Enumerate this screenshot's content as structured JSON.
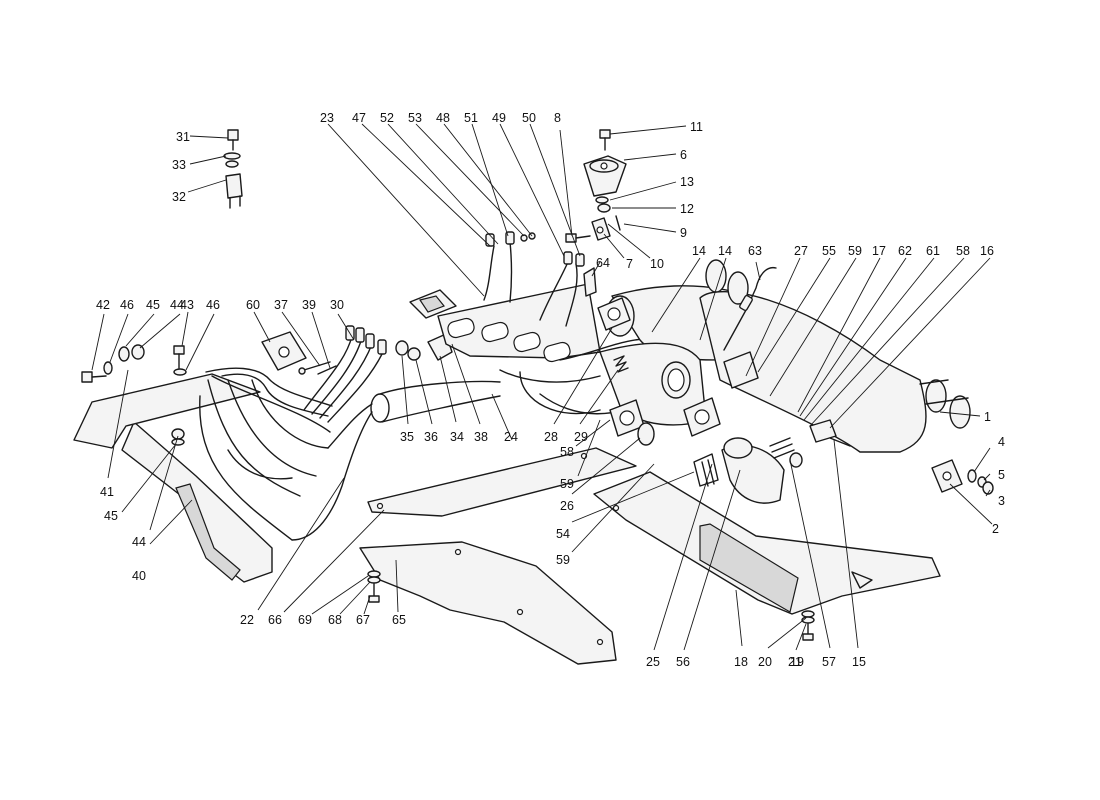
{
  "diagram": {
    "part_numbers": [
      "1",
      "2",
      "3",
      "4",
      "5",
      "6",
      "7",
      "8",
      "9",
      "10",
      "11",
      "12",
      "13",
      "14",
      "14",
      "15",
      "16",
      "17",
      "18",
      "19",
      "20",
      "21",
      "22",
      "23",
      "24",
      "25",
      "26",
      "27",
      "28",
      "29",
      "30",
      "31",
      "32",
      "33",
      "34",
      "35",
      "36",
      "37",
      "38",
      "39",
      "40",
      "41",
      "42",
      "43",
      "44",
      "44",
      "45",
      "45",
      "46",
      "46",
      "47",
      "48",
      "49",
      "50",
      "51",
      "52",
      "53",
      "54",
      "55",
      "56",
      "57",
      "58",
      "58",
      "59",
      "59",
      "59",
      "60",
      "61",
      "62",
      "63",
      "64",
      "65",
      "66",
      "67",
      "68",
      "69"
    ]
  }
}
